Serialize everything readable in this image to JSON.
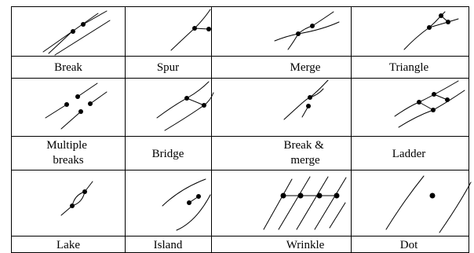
{
  "figure": {
    "rows": [
      [
        {
          "id": "break",
          "label_lines": [
            "Break"
          ]
        },
        {
          "id": "spur",
          "label_lines": [
            "Spur"
          ]
        },
        {
          "id": "merge",
          "label_lines": [
            "Merge"
          ]
        },
        {
          "id": "triangle",
          "label_lines": [
            "Triangle"
          ]
        }
      ],
      [
        {
          "id": "multiple-breaks",
          "label_lines": [
            "Multiple",
            "breaks"
          ]
        },
        {
          "id": "bridge",
          "label_lines": [
            "Bridge"
          ]
        },
        {
          "id": "break-merge",
          "label_lines": [
            "Break &",
            "merge"
          ]
        },
        {
          "id": "ladder",
          "label_lines": [
            "Ladder"
          ]
        }
      ],
      [
        {
          "id": "lake",
          "label_lines": [
            "Lake"
          ]
        },
        {
          "id": "island",
          "label_lines": [
            "Island"
          ]
        },
        {
          "id": "wrinkle",
          "label_lines": [
            "Wrinkle"
          ]
        },
        {
          "id": "dot",
          "label_lines": [
            "Dot"
          ]
        }
      ]
    ]
  }
}
